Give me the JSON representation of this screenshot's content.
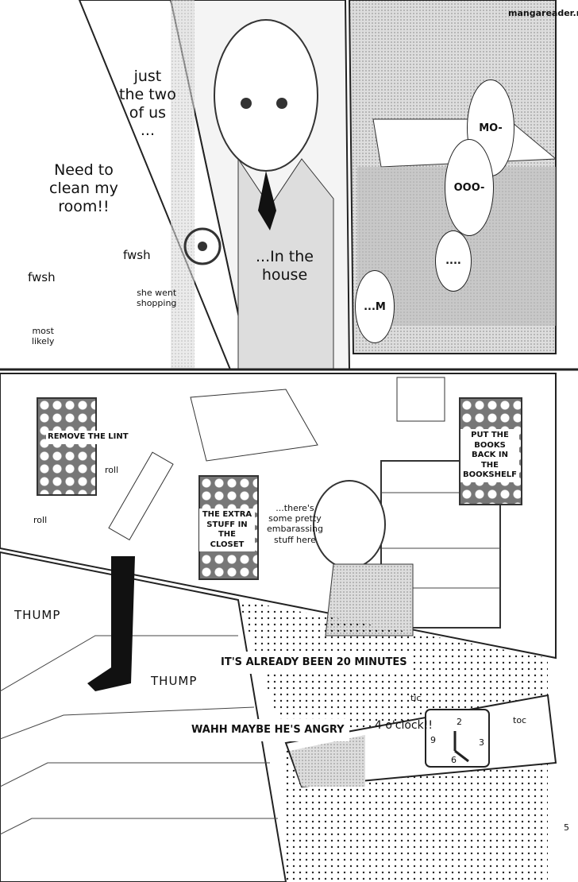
{
  "watermark": "mangareader.net",
  "page_number": "5",
  "panel1": {
    "captions": [
      "just\nthe two\nof us\n...",
      "Need to\nclean my\nroom!!",
      "...In the\nhouse"
    ],
    "sfx": [
      "fwsh",
      "fwsh"
    ],
    "side_notes": [
      "she went\nshopping",
      "most\nlikely"
    ],
    "bubbles": [
      "MO-",
      "OOO-",
      "....",
      "...M"
    ]
  },
  "panel2": {
    "boxes": [
      "REMOVE\nTHE LINT",
      "THE EXTRA\nSTUFF IN THE\nCLOSET",
      "PUT\nTHE BOOKS\nBACK IN THE\nBOOKSHELF"
    ],
    "sfx": [
      "roll",
      "roll"
    ],
    "note": "...there's\nsome pretty\nembarassing\nstuff here"
  },
  "panel3": {
    "sfx": [
      "THUMP",
      "THUMP"
    ],
    "bubbles": [
      "IT'S\nALREADY\nBEEN 20\nMINUTES",
      "WAHH\nMAYBE HE'S\nANGRY"
    ]
  },
  "panel4": {
    "sfx": [
      "tic",
      "toc"
    ],
    "caption": "4 o'clock!!",
    "clock_numbers": [
      "2",
      "9",
      "3",
      "6"
    ]
  }
}
